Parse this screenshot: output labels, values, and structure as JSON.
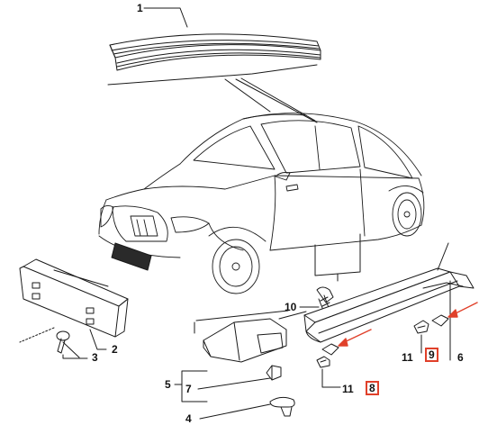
{
  "diagram": {
    "callouts": {
      "c1": "1",
      "c2": "2",
      "c3": "3",
      "c4": "4",
      "c5": "5",
      "c6": "6",
      "c7": "7",
      "c8": "8",
      "c9": "9",
      "c10": "10",
      "c11a": "11",
      "c11b": "11"
    },
    "colors": {
      "line": "#1a1a1a",
      "highlight_box": "#e0402a",
      "arrow": "#e0402a",
      "strip_fill": "#2a2a2a"
    }
  }
}
